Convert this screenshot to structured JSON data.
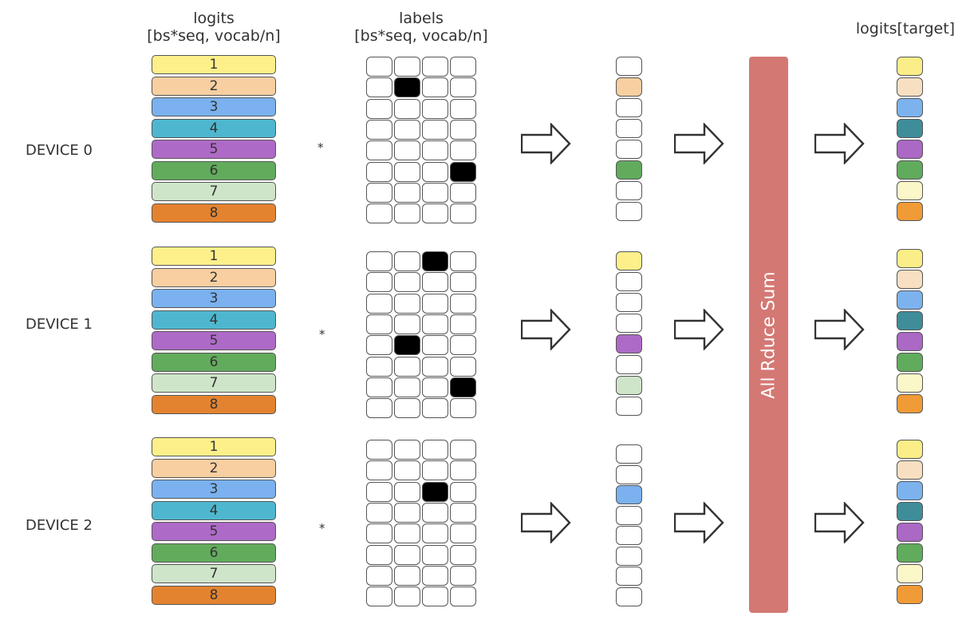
{
  "headers": {
    "logits_title": "logits",
    "logits_shape": "[bs*seq, vocab/n]",
    "labels_title": "labels",
    "labels_shape": "[bs*seq, vocab/n]",
    "result_title": "logits[target]"
  },
  "operator": "*",
  "allreduce": {
    "label": "All Rduce Sum",
    "color": "#d47874"
  },
  "logit_rows": [
    {
      "label": "1",
      "color": "#fdf08a"
    },
    {
      "label": "2",
      "color": "#f7cfa1"
    },
    {
      "label": "3",
      "color": "#7ab1ee"
    },
    {
      "label": "4",
      "color": "#4eb7cf"
    },
    {
      "label": "5",
      "color": "#ae6ac7"
    },
    {
      "label": "6",
      "color": "#62ab5c"
    },
    {
      "label": "7",
      "color": "#cfe5c9"
    },
    {
      "label": "8",
      "color": "#e4832f"
    }
  ],
  "result_colors": [
    "#fbee88",
    "#f8dfc2",
    "#7cb3ee",
    "#3f8d9b",
    "#ab68c5",
    "#61ab5d",
    "#fcf7c8",
    "#f19b36"
  ],
  "devices": [
    {
      "label": "DEVICE 0",
      "label_cells": [
        [
          1,
          1
        ],
        [
          5,
          3
        ]
      ],
      "masked_rows": [
        1,
        5
      ]
    },
    {
      "label": "DEVICE 1",
      "label_cells": [
        [
          0,
          2
        ],
        [
          4,
          1
        ],
        [
          6,
          3
        ]
      ],
      "masked_rows": [
        0,
        4,
        6
      ]
    },
    {
      "label": "DEVICE 2",
      "label_cells": [
        [
          2,
          2
        ]
      ],
      "masked_rows": [
        2
      ]
    }
  ]
}
